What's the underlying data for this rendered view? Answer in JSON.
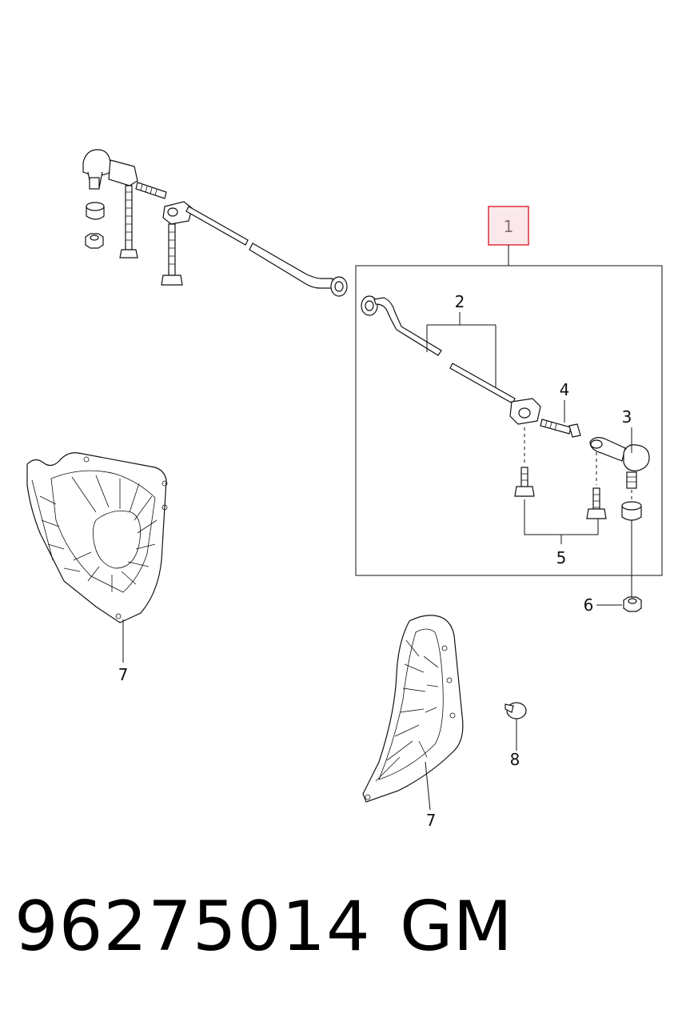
{
  "diagram": {
    "callouts": {
      "c1": "1",
      "c2": "2",
      "c3": "3",
      "c4": "4",
      "c5": "5",
      "c6": "6",
      "c7a": "7",
      "c7b": "7",
      "c8": "8"
    },
    "highlight_color": "#d9212e",
    "highlight_fill": "#fbe8ea"
  },
  "footer": {
    "part_number": "96275014",
    "brand": "GM"
  }
}
